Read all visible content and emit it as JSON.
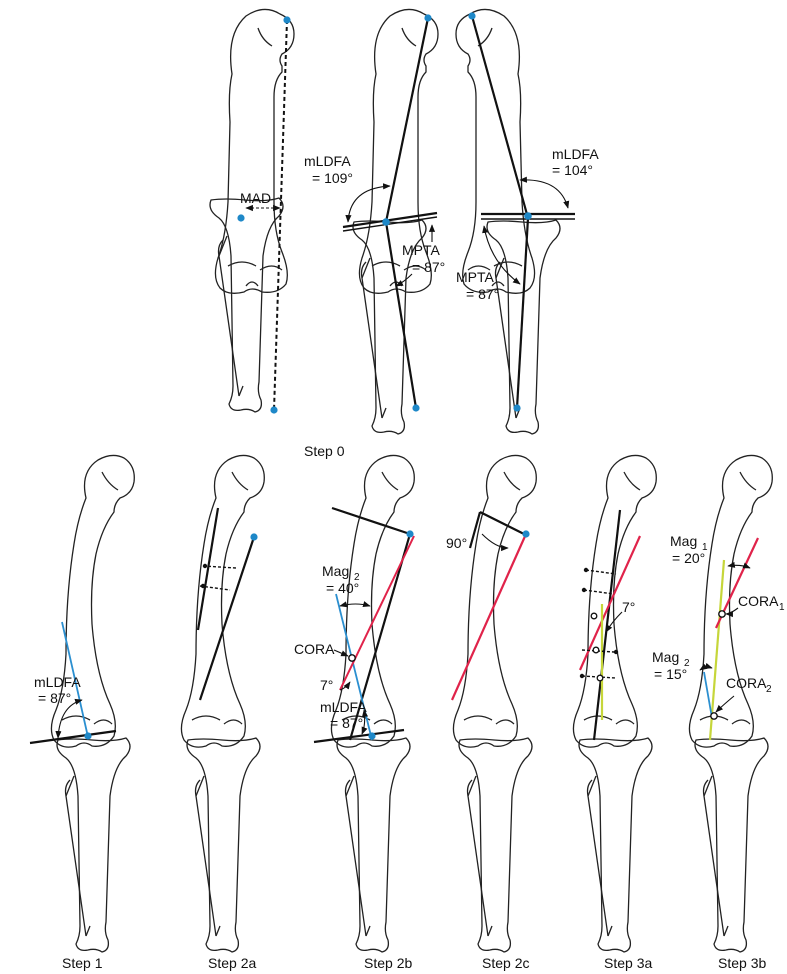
{
  "colors": {
    "point": "#1e88c8",
    "blue_line": "#2b8fd0",
    "red_line": "#e0234a",
    "yellow_line": "#c6d63a",
    "ink": "#111111"
  },
  "captions": {
    "step0": "Step 0",
    "step1": "Step 1",
    "step2a": "Step 2a",
    "step2b": "Step 2b",
    "step2c": "Step 2c",
    "step3a": "Step 3a",
    "step3b": "Step 3b"
  },
  "labels": {
    "mad": "MAD",
    "mldfa": "mLDFA",
    "mpta": "MPTA",
    "cora": "CORA",
    "mag": "Mag",
    "sub_1": "1",
    "sub_2": "2",
    "eq_109": "= 109°",
    "eq_104": "= 104°",
    "eq_87": "= 87°",
    "eq_40": "= 40°",
    "eq_20": "= 20°",
    "eq_15": "= 15°",
    "deg_7": "7°",
    "deg_90": "90°"
  }
}
